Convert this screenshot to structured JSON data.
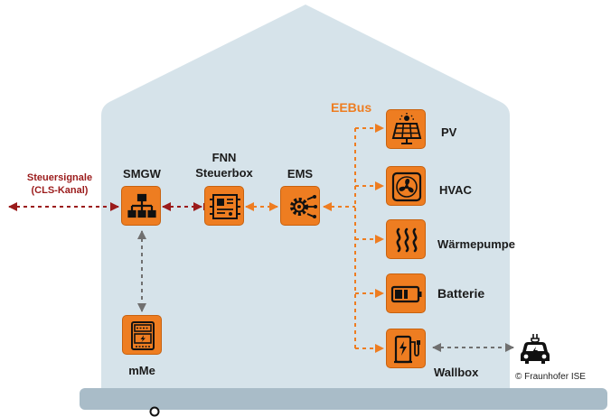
{
  "nodes": {
    "smgw": "SMGW",
    "fnn": "FNN\nSteuerbox",
    "ems": "EMS",
    "mme": "mMe",
    "pv": "PV",
    "hvac": "HVAC",
    "heatpump": "Wärmepumpe",
    "battery": "Batterie",
    "wallbox": "Wallbox"
  },
  "labels": {
    "eebus": "EEBus",
    "control_signals": "Steuersignale\n(CLS-Kanal)",
    "copyright": "© Fraunhofer ISE"
  },
  "icons": {
    "smgw": "network-tree-icon",
    "fnn": "circuit-board-icon",
    "ems": "gear-network-icon",
    "mme": "electricity-meter-icon",
    "pv": "solar-panel-icon",
    "hvac": "fan-icon",
    "heatpump": "heat-waves-icon",
    "battery": "battery-icon",
    "wallbox": "ev-charger-icon",
    "car": "electric-car-icon"
  },
  "colors": {
    "house": "#d6e3ea",
    "floor": "#a9bcc8",
    "accent": "#ee7d21",
    "control": "#9b1b1b",
    "link": "#707070"
  }
}
